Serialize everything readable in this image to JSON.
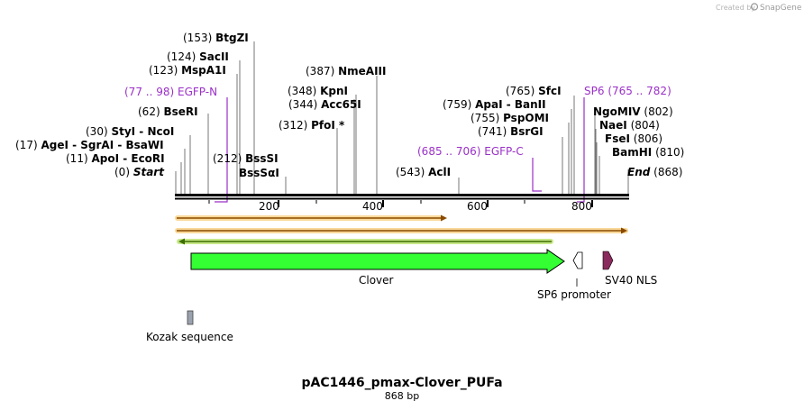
{
  "branding": {
    "created_by": "Created by",
    "product": "SnapGene"
  },
  "plasmid": {
    "name": "pAC1446_pmax-Clover_PUFa",
    "length_label": "868 bp",
    "length": 868
  },
  "sites": [
    {
      "pos": "(0)",
      "name": "Start",
      "italic": true
    },
    {
      "pos": "(11)",
      "name": "ApoI  -  EcoRI"
    },
    {
      "pos": "(17)",
      "name": "AgeI  -  SgrAI  -  BsaWI"
    },
    {
      "pos": "(30)",
      "name": "StyI  -  NcoI"
    },
    {
      "pos": "(62)",
      "name": "BseRI"
    },
    {
      "pos": "(77 .. 98)",
      "name": "EGFP-N",
      "purple": true
    },
    {
      "pos": "(123)",
      "name": "MspA1I"
    },
    {
      "pos": "(124)",
      "name": "SacII"
    },
    {
      "pos": "(153)",
      "name": "BtgZI"
    },
    {
      "pos": "(212)",
      "name": "BssSI"
    },
    {
      "pos": "",
      "name": "BssSαI"
    },
    {
      "pos": "(312)",
      "name": "PfoI *"
    },
    {
      "pos": "(344)",
      "name": "Acc65I"
    },
    {
      "pos": "(348)",
      "name": "KpnI"
    },
    {
      "pos": "(387)",
      "name": "NmeAIII"
    },
    {
      "pos": "(543)",
      "name": "AclI"
    },
    {
      "pos": "(685 .. 706)",
      "name": "EGFP-C",
      "purple": true
    },
    {
      "pos": "(741)",
      "name": "BsrGI"
    },
    {
      "pos": "(755)",
      "name": "PspOMI"
    },
    {
      "pos": "(759)",
      "name": "ApaI  -  BanII"
    },
    {
      "pos": "(765)",
      "name": "SfcI"
    },
    {
      "pos": "(765 .. 782)",
      "name": "SP6",
      "purple": true
    },
    {
      "pos": "(802)",
      "name": "NgoMIV"
    },
    {
      "pos": "(804)",
      "name": "NaeI"
    },
    {
      "pos": "(806)",
      "name": "FseI"
    },
    {
      "pos": "(810)",
      "name": "BamHI"
    },
    {
      "pos": "(868)",
      "name": "End",
      "italic": true
    }
  ],
  "ruler_ticks": [
    "200",
    "400",
    "600",
    "800"
  ],
  "features": [
    {
      "name": "Clover",
      "color": "#33ff33"
    },
    {
      "name": "SP6 promoter",
      "color": "#ffffff"
    },
    {
      "name": "SV40 NLS",
      "color": "#8b2a5c"
    },
    {
      "name": "Kozak sequence",
      "color": "#9aa2b0"
    }
  ],
  "colors": {
    "primer": "#e8a317",
    "primer_green": "#7fbf00",
    "purple": "#9b30c8"
  }
}
